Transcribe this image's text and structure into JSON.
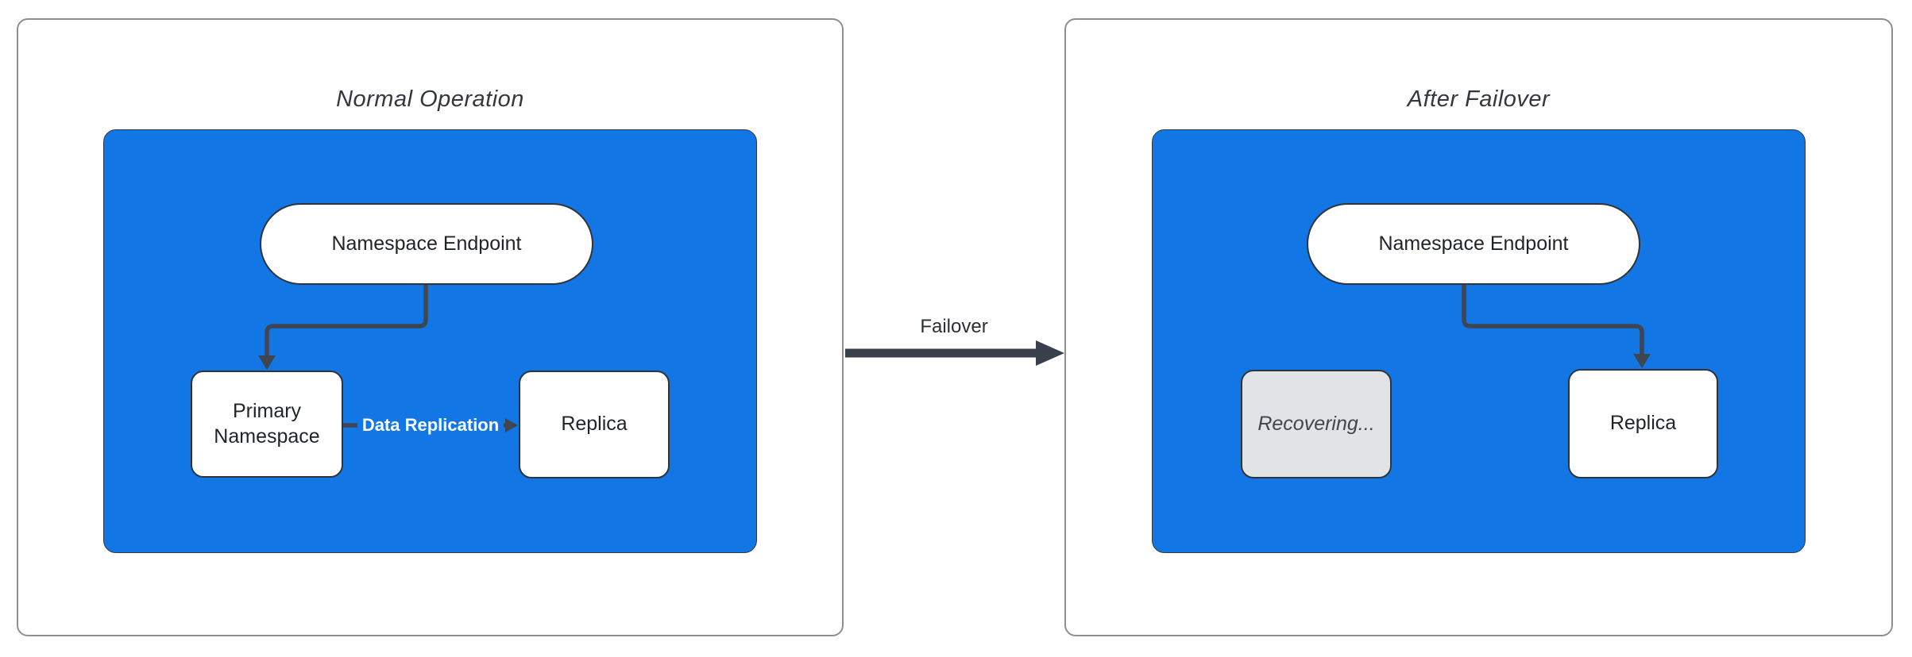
{
  "left_panel": {
    "title": "Normal Operation",
    "endpoint_label": "Namespace Endpoint",
    "primary_label": "Primary Namespace",
    "replica_label": "Replica",
    "edge_label": "Data Replication"
  },
  "right_panel": {
    "title": "After Failover",
    "endpoint_label": "Namespace Endpoint",
    "recovering_label": "Recovering...",
    "replica_label": "Replica"
  },
  "failover_arrow_label": "Failover",
  "colors": {
    "container_blue": "#1277e4",
    "connector_dark": "#3f4551",
    "failover_arrow": "#3a414c",
    "node_border": "#2e343b",
    "node_fill": "#ffffff",
    "node_text": "#1f242a",
    "recovering_fill": "#e2e3e6",
    "recovering_text": "#40454e",
    "edge_label_text": "#ffffff",
    "panel_border": "#8f8f8f",
    "title_text": "#33383f"
  }
}
